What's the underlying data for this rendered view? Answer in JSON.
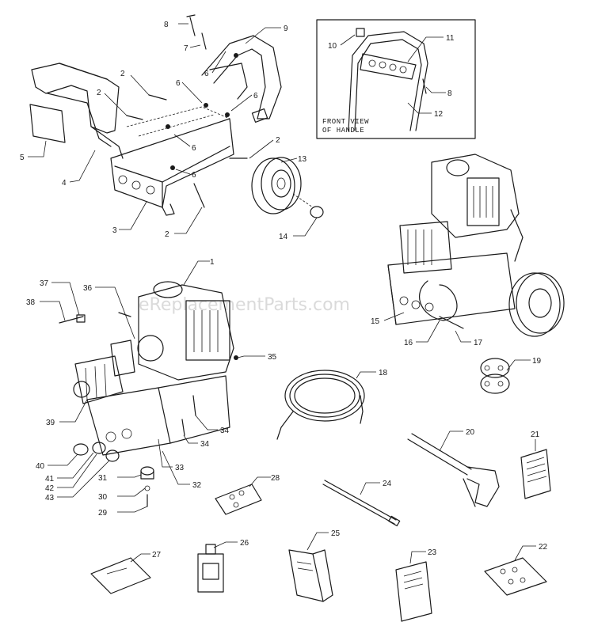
{
  "watermark": "eReplacementParts.com",
  "inset_caption_line1": "FRONT VIEW",
  "inset_caption_line2": "OF HANDLE",
  "callouts": [
    "1",
    "2",
    "3",
    "4",
    "5",
    "6",
    "7",
    "8",
    "9",
    "10",
    "11",
    "12",
    "13",
    "14",
    "15",
    "16",
    "17",
    "18",
    "19",
    "20",
    "21",
    "22",
    "23",
    "24",
    "25",
    "26",
    "27",
    "28",
    "29",
    "30",
    "31",
    "32",
    "33",
    "34",
    "35",
    "36",
    "37",
    "38",
    "39",
    "40",
    "41",
    "42",
    "43"
  ]
}
